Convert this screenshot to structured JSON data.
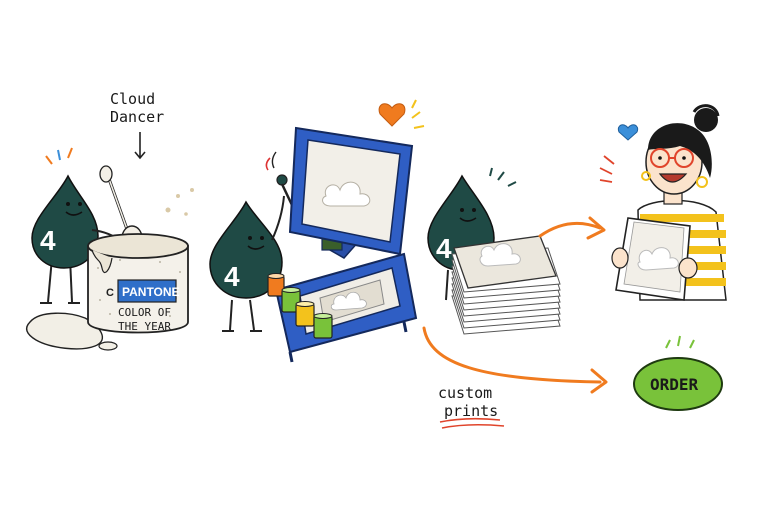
{
  "annotations": {
    "cloud_line1": "Cloud",
    "cloud_line2": "Dancer",
    "custom_line1": "custom",
    "custom_line2": "prints"
  },
  "can_label": {
    "brand": "PANTONE",
    "line1": "COLOR OF",
    "line2": "THE YEAR",
    "small_c": "C"
  },
  "mascot_number": "4",
  "order_button": {
    "label": "ORDER"
  },
  "colors": {
    "mascot": "#1f4a45",
    "press_blue": "#2f5ec4",
    "arrow_orange": "#f07b1f",
    "order_green": "#79c23a",
    "stripe_yellow": "#f3c21c",
    "heart_orange": "#f07b1f",
    "heart_blue": "#3b8fd9"
  }
}
